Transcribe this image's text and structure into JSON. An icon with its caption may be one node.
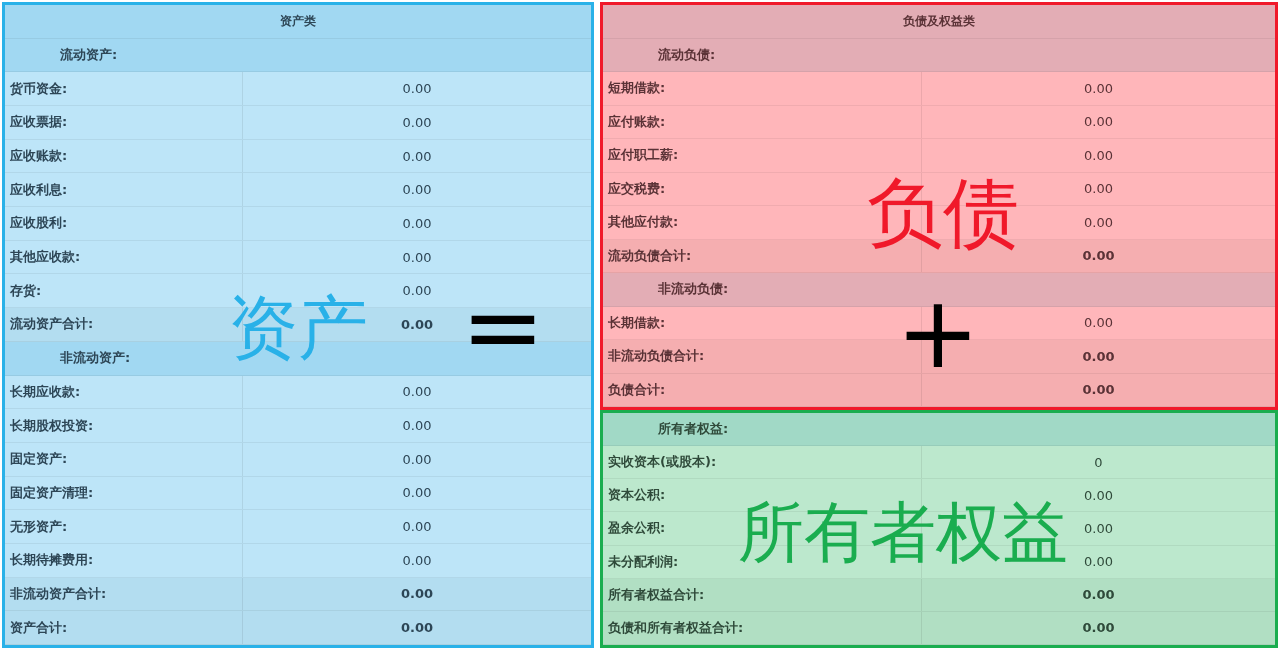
{
  "diagram": {
    "nodes": [
      {
        "text": [
          "资产"
        ]
      },
      {
        "text": [
          "负债"
        ]
      },
      {
        "text": [
          "所有者权益"
        ]
      }
    ],
    "edges": [],
    "labels": [
      "资产类",
      "流动资产:",
      "货币资金:",
      "0.00",
      "应收票据:",
      "0.00",
      "应收账款:",
      "0.00",
      "应收利息:",
      "0.00",
      "应收股利:",
      "0.00",
      "其他应收款:",
      "0.00",
      "存货:",
      "0.00",
      "流动资产合计:",
      "0.00",
      "非流动资产:",
      "长期应收款:",
      "0.00",
      "长期股权投资:",
      "0.00",
      "固定资产:",
      "0.00",
      "固定资产清理:",
      "0.00",
      "无形资产:",
      "0.00",
      "长期待摊费用:",
      "0.00",
      "非流动资产合计:",
      "0.00",
      "资产合计:",
      "0.00",
      "=",
      "负债及权益类",
      "流动负债:",
      "短期借款:",
      "0.00",
      "应付账款:",
      "0.00",
      "应付职工薪:",
      "0.00",
      "应交税费:",
      "0.00",
      "其他应付款:",
      "0.00",
      "流动负债合计:",
      "0.00",
      "非流动负债:",
      "长期借款:",
      "0.00",
      "非流动负债合计:",
      "0.00",
      "负债合计:",
      "0.00",
      "+",
      "所有者权益:",
      "实收资本(或股本):",
      "0",
      "资本公积:",
      "0.00",
      "盈余公积:",
      "0.00",
      "未分配利润:",
      "0.00",
      "所有者权益合计:",
      "0.00",
      "负债和所有者权益合计:",
      "0.00"
    ]
  }
}
